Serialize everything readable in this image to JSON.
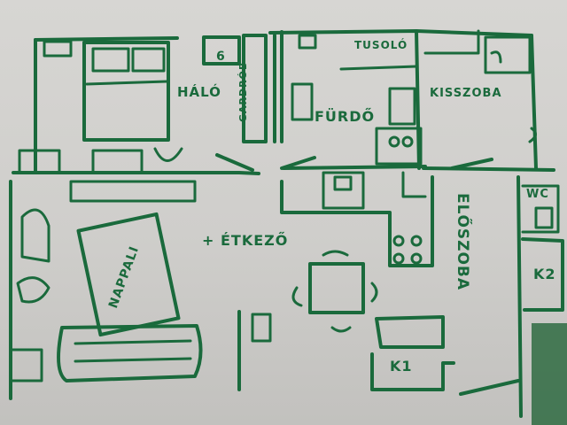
{
  "labels": {
    "halo": "HÁLÓ",
    "gardrob": "GARDRÓB",
    "tusolo": "TUSOLÓ",
    "furdo": "FÜRDŐ",
    "kisszoba": "KISSZOBA",
    "nappali": "NAPPALI",
    "etkezo": "+ ÉTKEZŐ",
    "eloszoba": "ELŐSZOBA",
    "wc": "WC",
    "k2": "K2",
    "k1": "K1",
    "cabinet_6": "6"
  },
  "colors": {
    "ink": "#1a6a3c",
    "paper": "#d3d2cf",
    "hatch_fill": "#2f6b42"
  }
}
